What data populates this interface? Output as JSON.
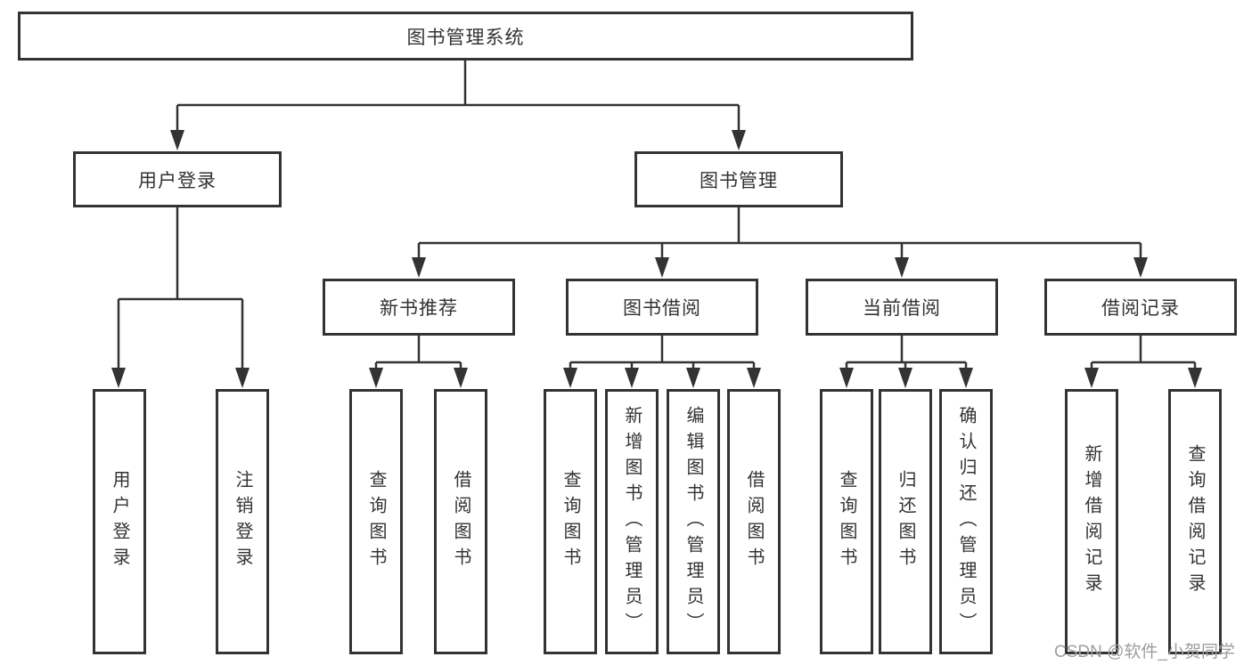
{
  "diagram": {
    "tree": {
      "label": "图书管理系统",
      "children": [
        {
          "label": "用户登录",
          "children": [
            {
              "label": "用户登录"
            },
            {
              "label": "注销登录"
            }
          ]
        },
        {
          "label": "图书管理",
          "children": [
            {
              "label": "新书推荐",
              "children": [
                {
                  "label": "查询图书"
                },
                {
                  "label": "借阅图书"
                }
              ]
            },
            {
              "label": "图书借阅",
              "children": [
                {
                  "label": "查询图书"
                },
                {
                  "label": "新增图书（管理员）"
                },
                {
                  "label": "编辑图书（管理员）"
                },
                {
                  "label": "借阅图书"
                }
              ]
            },
            {
              "label": "当前借阅",
              "children": [
                {
                  "label": "查询图书"
                },
                {
                  "label": "归还图书"
                },
                {
                  "label": "确认归还（管理员）"
                }
              ]
            },
            {
              "label": "借阅记录",
              "children": [
                {
                  "label": "新增借阅记录"
                },
                {
                  "label": "查询借阅记录"
                }
              ]
            }
          ]
        }
      ]
    },
    "watermark": "CSDN @软件_小贺同学",
    "colors": {
      "line": "#333333",
      "box_border": "#333333",
      "text": "#333333",
      "watermark": "#9e9e9e",
      "background": "#ffffff"
    }
  }
}
